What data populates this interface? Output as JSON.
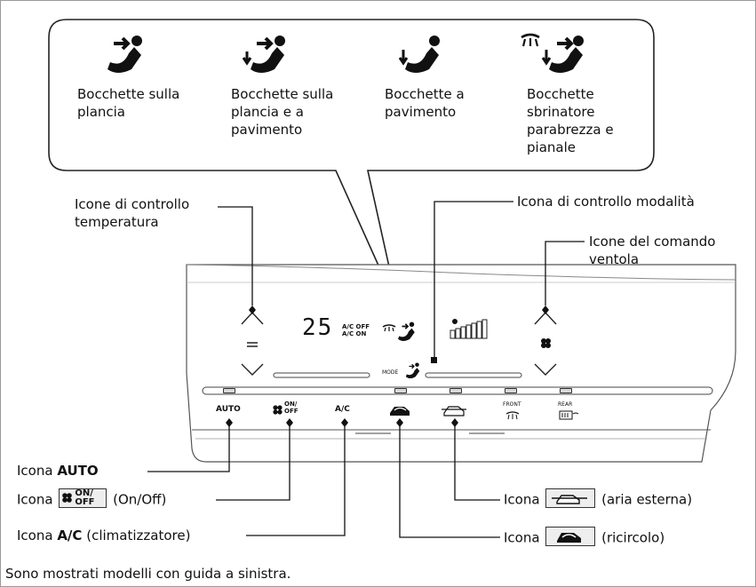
{
  "bubble": {
    "items": [
      {
        "label": "Bocchette sulla plancia",
        "icon": "face-vent-icon"
      },
      {
        "label": "Bocchette sulla plancia e a pavimento",
        "icon": "face-floor-vent-icon"
      },
      {
        "label": "Bocchette a pavimento",
        "icon": "floor-vent-icon"
      },
      {
        "label": "Bocchette sbrinatore parabrezza e pianale",
        "icon": "defrost-floor-vent-icon"
      }
    ]
  },
  "callouts": {
    "temperature": "Icone di controllo temperatura",
    "mode": "Icona di controllo modalità",
    "fan": "Icone del comando ventola",
    "auto_prefix": "Icona ",
    "auto_bold": "AUTO",
    "onoff_prefix": "Icona ",
    "onoff_suffix": "(On/Off)",
    "ac_prefix": "Icona ",
    "ac_bold": "A/C",
    "ac_suffix": "(climatizzatore)",
    "fresh_prefix": "Icona ",
    "fresh_suffix": "(aria esterna)",
    "recirc_prefix": "Icona ",
    "recirc_suffix": "(ricircolo)"
  },
  "panel": {
    "temp_display": "25",
    "ac_off": "A/C OFF",
    "ac_on": "A/C ON",
    "mode_label": "MODE",
    "btn_auto": "AUTO",
    "btn_onoff_on": "ON/",
    "btn_onoff_off": "OFF",
    "btn_ac": "A/C",
    "btn_front": "FRONT",
    "btn_rear": "REAR"
  },
  "footer": "Sono mostrati modelli con guida a sinistra."
}
